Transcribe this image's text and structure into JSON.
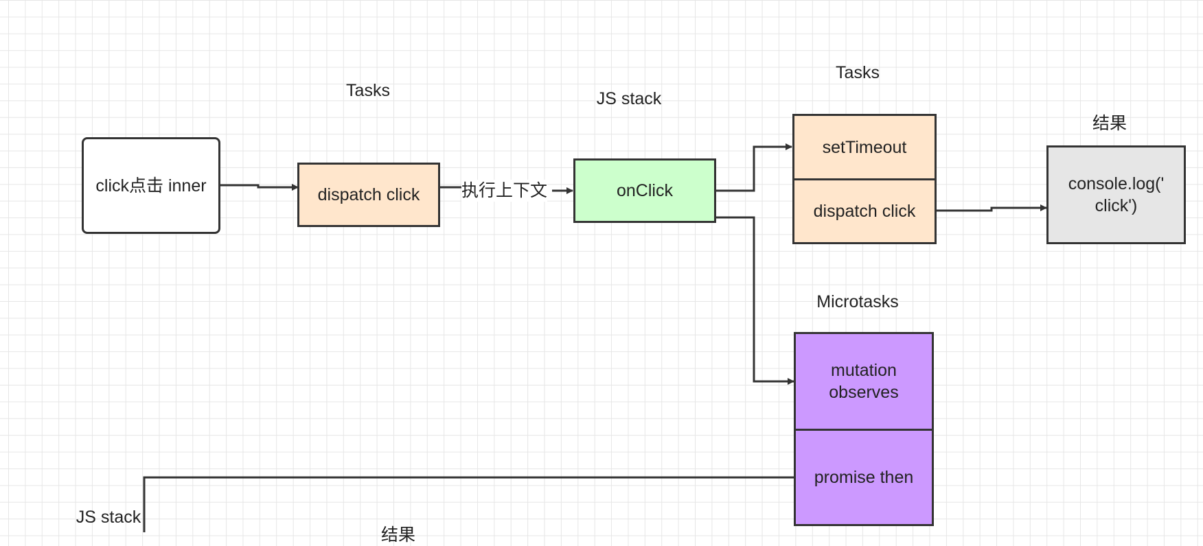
{
  "colors": {
    "line": "#333333",
    "task_fill": "#ffe6cc",
    "stack_fill": "#ccffcc",
    "result_fill": "#e6e6e6",
    "microtask_fill": "#cc99ff",
    "start_fill": "#ffffff"
  },
  "labels": {
    "tasks_1": "Tasks",
    "js_stack_1": "JS stack",
    "tasks_2": "Tasks",
    "result_1": "结果",
    "microtasks": "Microtasks",
    "js_stack_2": "JS stack",
    "result_2": "结果"
  },
  "nodes": {
    "start": "click点击 inner",
    "dispatch_1": "dispatch click",
    "onclick": "onClick",
    "settimeout": "setTimeout",
    "dispatch_2": "dispatch click",
    "console": "console.log(' click')",
    "mutation": "mutation observes",
    "promise": "promise then"
  },
  "edge_labels": {
    "exec_context": "执行上下文"
  }
}
